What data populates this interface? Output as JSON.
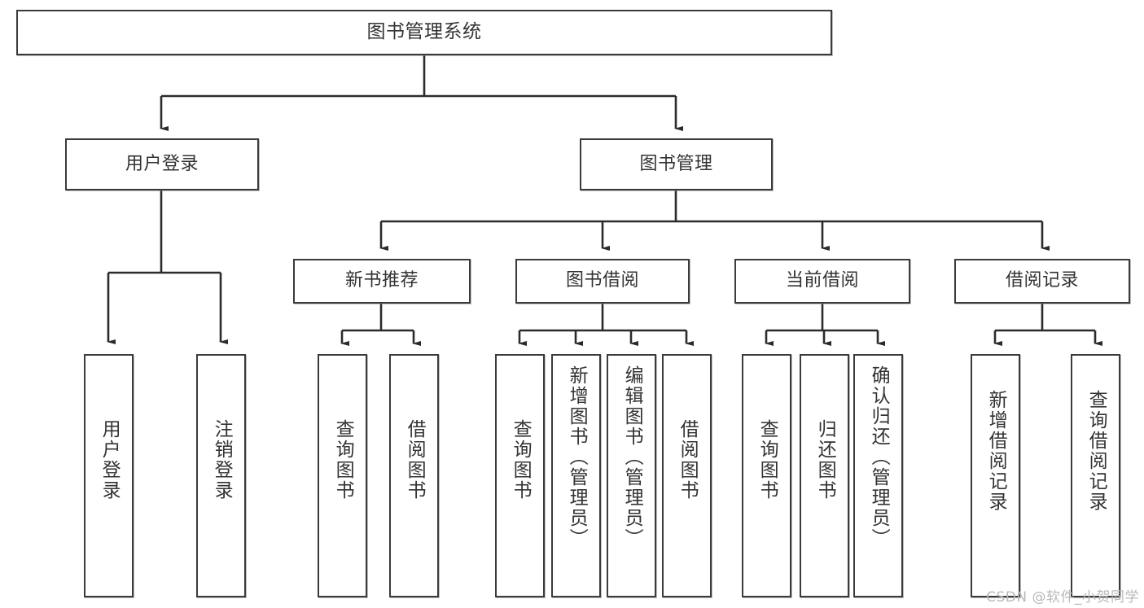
{
  "diagram": {
    "type": "tree",
    "title": "图书管理系统",
    "orientation": "top-down",
    "colors": {
      "box_border": "#3b3b3b",
      "box_fill": "#ffffff",
      "text": "#333333",
      "edge": "#2b2b2b",
      "watermark": "#b9b9b9"
    }
  },
  "root": {
    "label": "图书管理系统"
  },
  "level2": [
    {
      "label": "用户登录"
    },
    {
      "label": "图书管理"
    }
  ],
  "level3": [
    {
      "label": "新书推荐"
    },
    {
      "label": "图书借阅"
    },
    {
      "label": "当前借阅"
    },
    {
      "label": "借阅记录"
    }
  ],
  "leaves": {
    "user_login": [
      {
        "label": "用户登录"
      },
      {
        "label": "注销登录"
      }
    ],
    "new_book_recommend": [
      {
        "label": "查询图书"
      },
      {
        "label": "借阅图书"
      }
    ],
    "book_borrow": [
      {
        "label": "查询图书"
      },
      {
        "label": "新增图书（管理员）"
      },
      {
        "label": "编辑图书（管理员）"
      },
      {
        "label": "借阅图书"
      }
    ],
    "current_borrow": [
      {
        "label": "查询图书"
      },
      {
        "label": "归还图书"
      },
      {
        "label": "确认归还（管理员）"
      }
    ],
    "borrow_record": [
      {
        "label": "新增借阅记录"
      },
      {
        "label": "查询借阅记录"
      }
    ]
  },
  "watermark": {
    "text": "CSDN @软件_小贺同学"
  }
}
